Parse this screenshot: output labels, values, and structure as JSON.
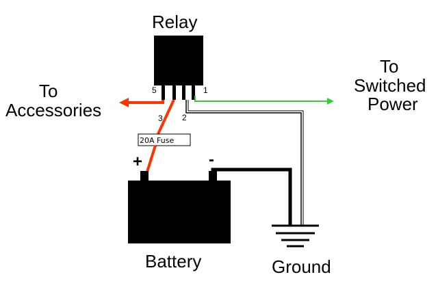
{
  "labels": {
    "relay": "Relay",
    "to_switched_line1": "To",
    "to_switched_line2": "Switched",
    "to_switched_line3": "Power",
    "to_accessories_line1": "To",
    "to_accessories_line2": "Accessories",
    "battery": "Battery",
    "ground": "Ground",
    "fuse": "20A Fuse",
    "plus": "+",
    "minus": "-"
  },
  "pins": {
    "pin1": "1",
    "pin2": "2",
    "pin3": "3",
    "pin5": "5"
  },
  "colors": {
    "power_wire": "#ff3300",
    "switched_wire": "#33cc33",
    "component": "#000000",
    "wire": "#000000"
  }
}
